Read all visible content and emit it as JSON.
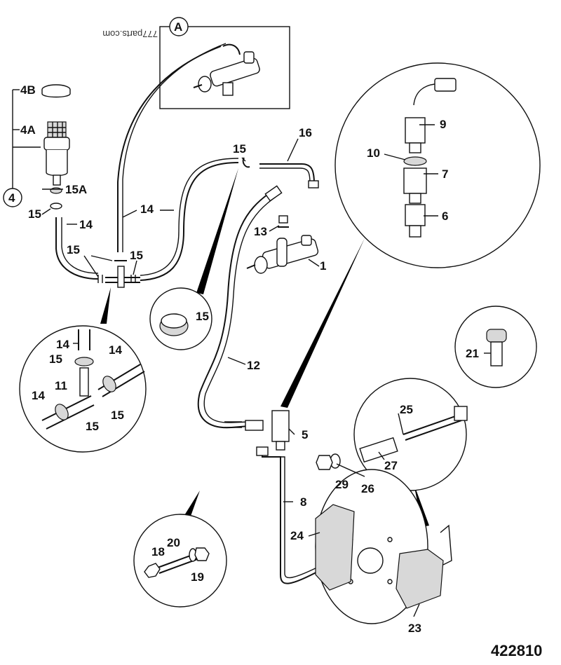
{
  "watermark": "777parts.com",
  "document_number": "422810",
  "view_tag": "A",
  "group_tag": "4",
  "labels": {
    "l4B": "4B",
    "l4A": "4A",
    "l15A": "15A",
    "l15_top": "15",
    "l14_left": "14",
    "l14_mid": "14",
    "l14_right": "14",
    "l15_tee_a": "15",
    "l15_tee_b": "15",
    "l15_upper": "15",
    "l16": "16",
    "l13": "13",
    "l1": "1",
    "l15_clip": "15",
    "l12": "12",
    "l9": "9",
    "l10": "10",
    "l7": "7",
    "l6": "6",
    "l14_d1": "14",
    "l15_d1": "15",
    "l14_d2": "14",
    "l11": "11",
    "l14_d3": "14",
    "l15_d2": "15",
    "l15_d3": "15",
    "l5": "5",
    "l8": "8",
    "l21": "21",
    "l25": "25",
    "l27": "27",
    "l29": "29",
    "l26": "26",
    "l24": "24",
    "l23": "23",
    "l18": "18",
    "l20": "20",
    "l19": "19"
  }
}
